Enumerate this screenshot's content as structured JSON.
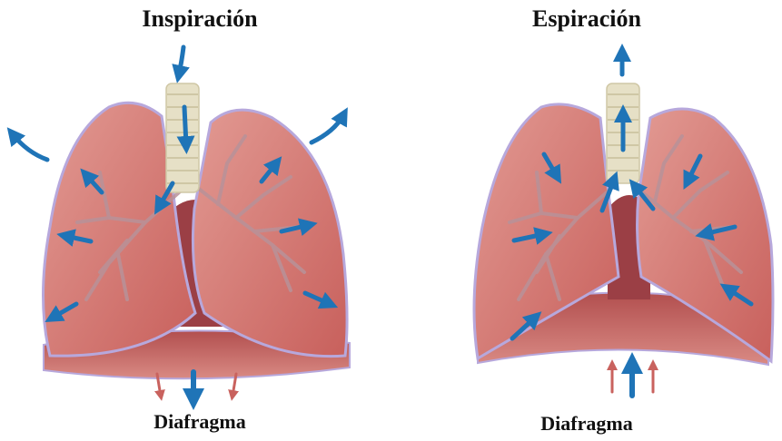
{
  "panels": [
    {
      "title": "Inspiración",
      "caption": "Diafragma",
      "phase": "inhale"
    },
    {
      "title": "Espiración",
      "caption": "Diafragma",
      "phase": "exhale"
    }
  ],
  "colors": {
    "lung_fill": "#d77b76",
    "lung_outline": "#b7a8dc",
    "bronchi": "#b78e95",
    "diaphragm": "#c66a68",
    "trachea": "#e6e0c6",
    "arrow_blue": "#1f74b7",
    "arrow_red": "#c9625e"
  },
  "icons": [
    "air-flow-arrow-icon",
    "diaphragm-motion-arrow-icon"
  ]
}
